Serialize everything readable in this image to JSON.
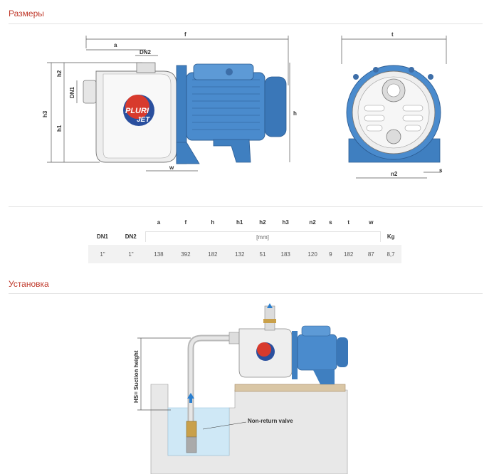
{
  "sections": {
    "dimensions_title": "Размеры",
    "installation_title": "Установка"
  },
  "drawing_labels": {
    "f": "f",
    "a": "a",
    "dn2": "DN2",
    "h2": "h2",
    "dn1": "DN1",
    "h3": "h3",
    "h1": "h1",
    "h": "h",
    "w": "w",
    "t": "t",
    "n2": "n2",
    "s": "s"
  },
  "logo_text": "PLURI JET",
  "table": {
    "top_headers": [
      "a",
      "f",
      "h",
      "h1",
      "h2",
      "h3",
      "n2",
      "s",
      "t",
      "w"
    ],
    "dn1": "DN1",
    "dn2": "DN2",
    "unit": "[mm]",
    "kg": "Kg",
    "row": {
      "dn1": "1\"",
      "dn2": "1\"",
      "values": [
        "138",
        "392",
        "182",
        "132",
        "51",
        "183",
        "120",
        "9",
        "182",
        "87"
      ],
      "kg": "8,7"
    }
  },
  "installation": {
    "suction_label": "HS= Suction height",
    "valve_label": "Non-return valve"
  },
  "colors": {
    "accent": "#c0392b",
    "motor_blue": "#3f7fc0",
    "water": "#cfe8f6"
  }
}
